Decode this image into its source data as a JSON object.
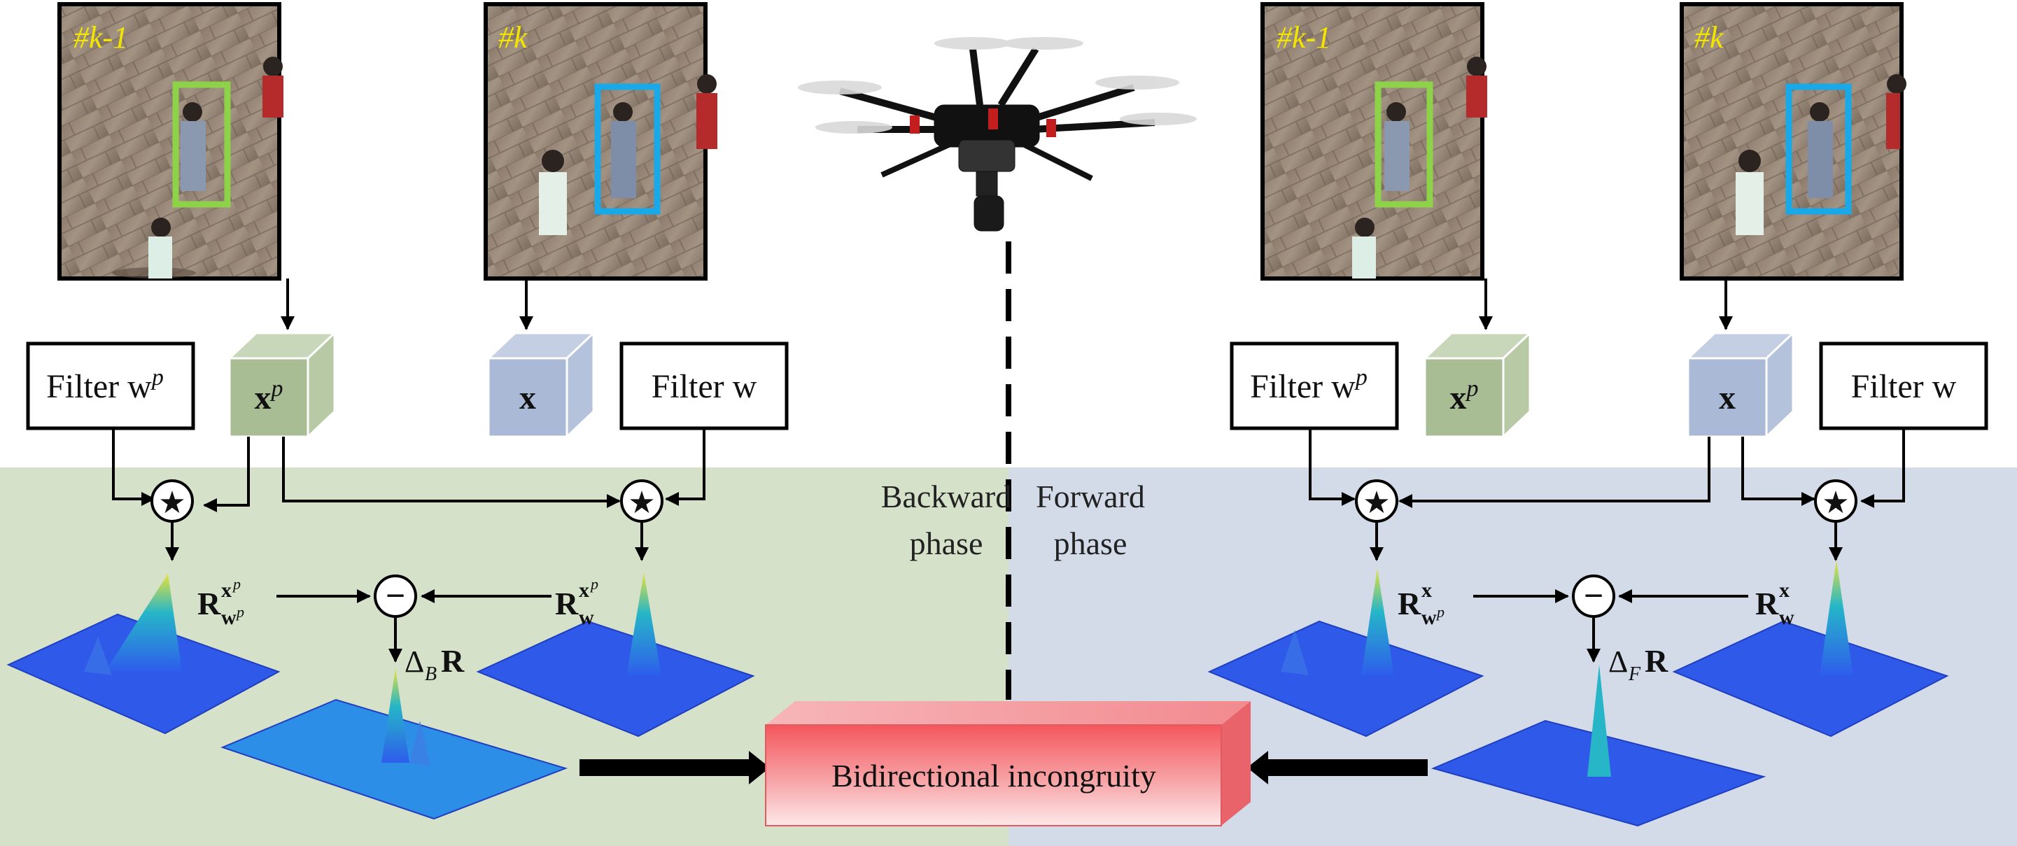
{
  "frames": {
    "left_prev": "#k-1",
    "left_curr": "#k",
    "right_prev": "#k-1",
    "right_curr": "#k"
  },
  "filters": {
    "left_wp": "Filter w",
    "left_wp_sup": "p",
    "left_w": "Filter w",
    "right_wp": "Filter w",
    "right_wp_sup": "p",
    "right_w": "Filter w"
  },
  "features": {
    "xp": "x",
    "xp_sup": "p",
    "x": "x"
  },
  "operators": {
    "correlation": "★",
    "minus": "−"
  },
  "responses": {
    "R": "R",
    "delta": "Δ",
    "w": "w",
    "p": "p",
    "x": "x",
    "B": "B",
    "F": "F"
  },
  "phases": {
    "backward_line1": "Backward",
    "backward_line2": "phase",
    "forward_line1": "Forward",
    "forward_line2": "phase"
  },
  "output_label": "Bidirectional incongruity",
  "colors": {
    "left_bg": "#d6e1c9",
    "right_bg": "#d3dbe9",
    "green_box": "#8ed24a",
    "blue_box": "#19a8e8",
    "xp_cube": "#a9bd95",
    "x_cube": "#a9b9d6",
    "incongruity": "#f05a60",
    "surface": "#2f59e8"
  }
}
